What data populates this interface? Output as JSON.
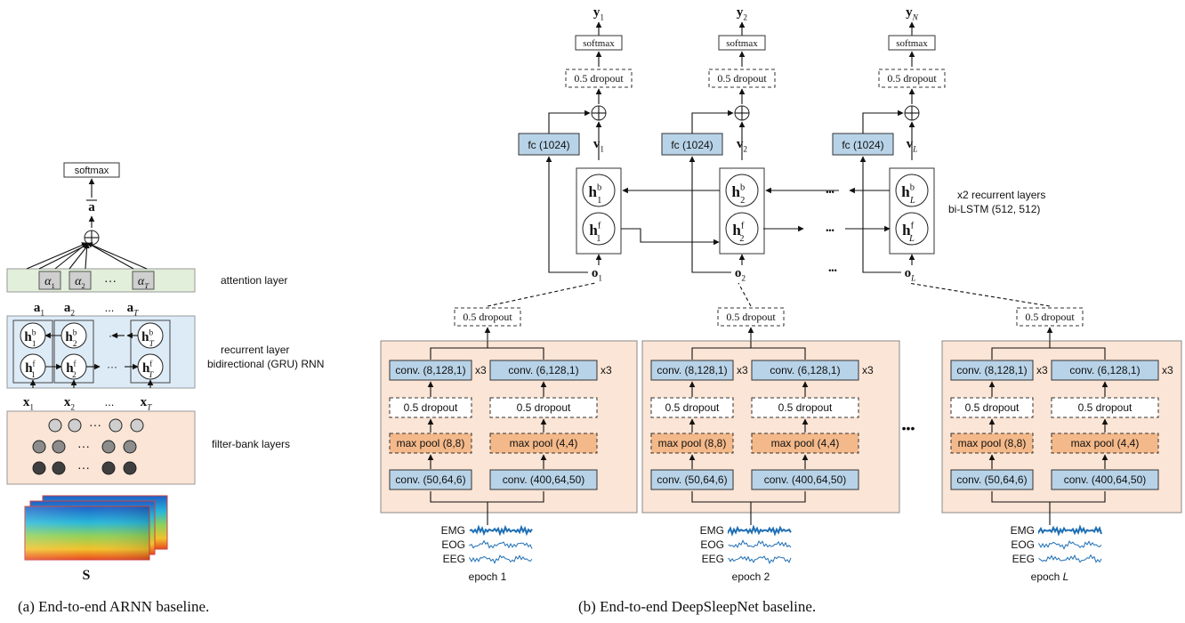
{
  "arnn": {
    "softmax": "softmax",
    "pooled_output": "a",
    "attention_layer_label": "attention layer",
    "attention_weights": [
      "α1",
      "α2",
      "αT"
    ],
    "attention_inputs": [
      "a1",
      "a2",
      "aT"
    ],
    "recurrent_label_line1": "recurrent layer",
    "recurrent_label_line2": "bidirectional (GRU) RNN",
    "hidden_backward": [
      "h1b",
      "h2b",
      "hTb"
    ],
    "hidden_forward": [
      "h1f",
      "h2f",
      "hTf"
    ],
    "inputs": [
      "x1",
      "x2",
      "xT"
    ],
    "ellipsis": "...",
    "filterbank_label": "filter-bank layers",
    "input_symbol": "S",
    "caption": "(a) End-to-end ARNN baseline."
  },
  "deepsleepnet": {
    "outputs": [
      "y1",
      "y2",
      "yN"
    ],
    "softmax": "softmax",
    "dropout": "0.5 dropout",
    "fc": "fc (1024)",
    "fused": [
      "v1",
      "v2",
      "vL"
    ],
    "lstm_backward": [
      "h1b",
      "h2b",
      "hLb"
    ],
    "lstm_forward": [
      "h1f",
      "h2f",
      "hLf"
    ],
    "cnn_outputs": [
      "o1",
      "o2",
      "oL"
    ],
    "recurrent_label_line1": "x2 recurrent layers",
    "recurrent_label_line2": "bi-LSTM (512, 512)",
    "conv_small_top": "conv. (8,128,1)",
    "conv_large_top": "conv. (6,128,1)",
    "repeat": "x3",
    "maxpool_small": "max pool (8,8)",
    "maxpool_large": "max pool (4,4)",
    "conv_small_first": "conv. (50,64,6)",
    "conv_large_first": "conv. (400,64,50)",
    "channels": [
      "EMG",
      "EOG",
      "EEG"
    ],
    "epochs": [
      "epoch 1",
      "epoch 2",
      "epoch L"
    ],
    "caption": "(b) End-to-end DeepSleepNet baseline."
  },
  "colors": {
    "blue_box": "#b8d3e8",
    "orange_box": "#f4b98a",
    "cnn_panel": "#fbe5d6",
    "attention_panel": "#e2efda",
    "recurrent_panel": "#ddebf7",
    "signal": "#1f6fb4"
  }
}
